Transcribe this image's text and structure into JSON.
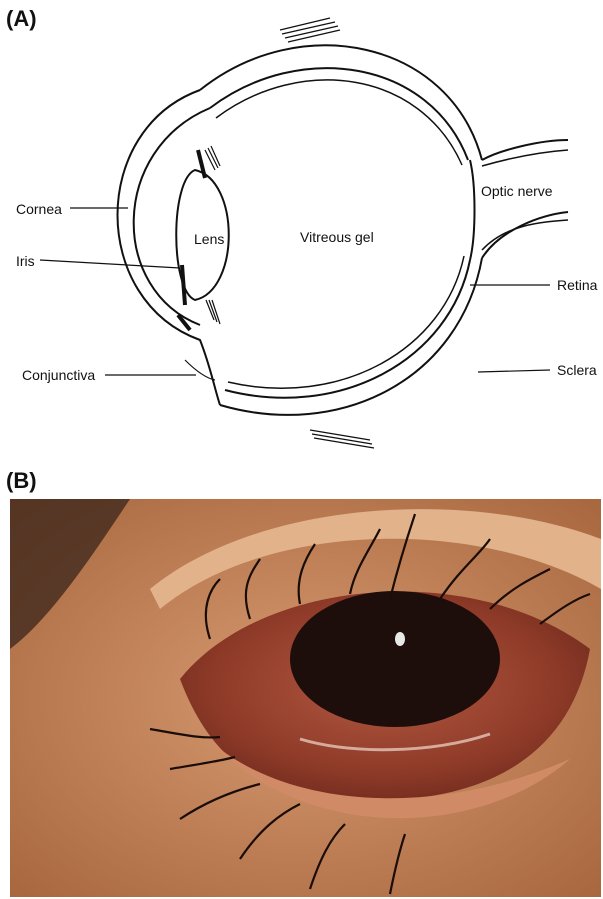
{
  "panels": {
    "a": {
      "letter": "(A)",
      "labels": {
        "cornea": "Cornea",
        "iris": "Iris",
        "conjunctiva": "Conjunctiva",
        "lens": "Lens",
        "vitreous": "Vitreous gel",
        "optic_nerve": "Optic nerve",
        "retina": "Retina",
        "sclera": "Sclera"
      }
    },
    "b": {
      "letter": "(B)"
    }
  },
  "colors": {
    "line": "#111111",
    "skin": "#c98a5f",
    "lid": "#d9a27c",
    "inflamed": "#9a4330",
    "pupil": "#1e0e0b"
  }
}
